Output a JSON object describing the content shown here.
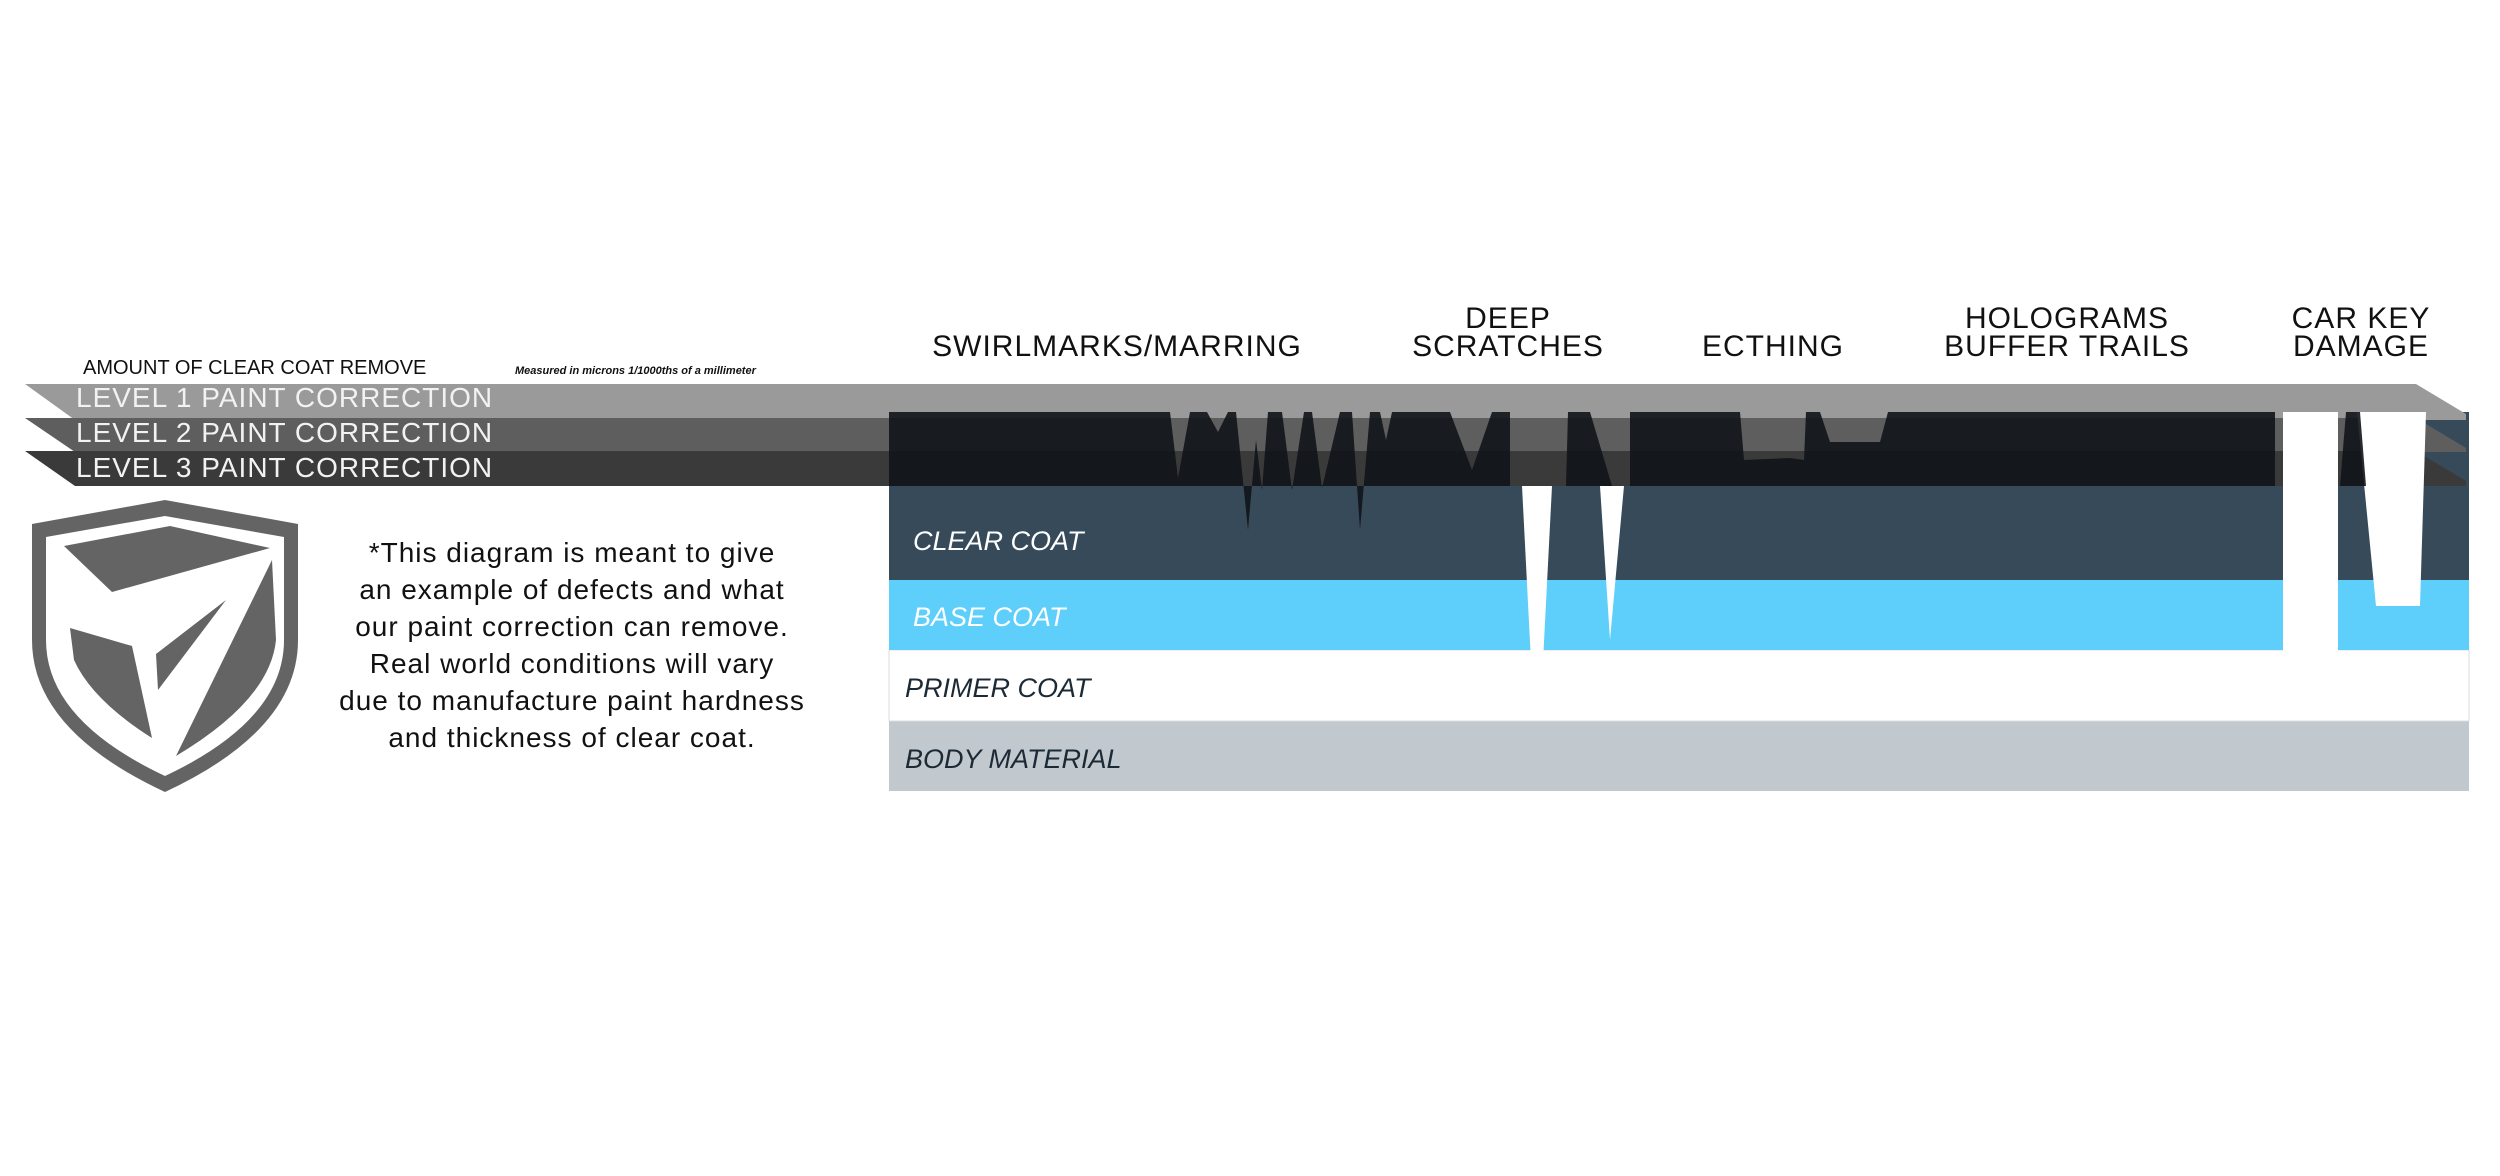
{
  "defect_headers": {
    "swirlmarks": [
      "SWIRLMARKS/MARRING"
    ],
    "deep_scratches": [
      "DEEP",
      "SCRATCHES"
    ],
    "etching": [
      "ECTHING"
    ],
    "holograms": [
      "HOLOGRAMS",
      "BUFFER TRAILS"
    ],
    "car_key": [
      "CAR KEY",
      "DAMAGE"
    ]
  },
  "clear_coat_heading": "AMOUNT OF CLEAR COAT REMOVE",
  "measure_note": "Measured in microns 1/1000ths  of a millimeter",
  "levels": {
    "level1": "LEVEL 1 PAINT CORRECTION",
    "level2": "LEVEL 2 PAINT CORRECTION",
    "level3": "LEVEL 3 PAINT CORRECTION"
  },
  "layers": {
    "clear_coat": "CLEAR COAT",
    "base_coat": "BASE COAT",
    "primer_coat": "PRIMER COAT",
    "body_material": "BODY MATERIAL"
  },
  "disclaimer": [
    "*This diagram is meant to give",
    "an example of defects and what",
    "our paint correction can remove.",
    "Real world conditions will vary",
    "due to manufacture paint hardness",
    "and thickness of clear coat."
  ],
  "colors": {
    "level1": "#9a9a9a",
    "level2": "#5e5e5e",
    "level3": "#3a3a3a",
    "clear_coat": "#364a5a",
    "base_coat": "#5ecffa",
    "primer_coat": "#ffffff",
    "body_material": "#c1c8ce",
    "shield": "#646464"
  }
}
